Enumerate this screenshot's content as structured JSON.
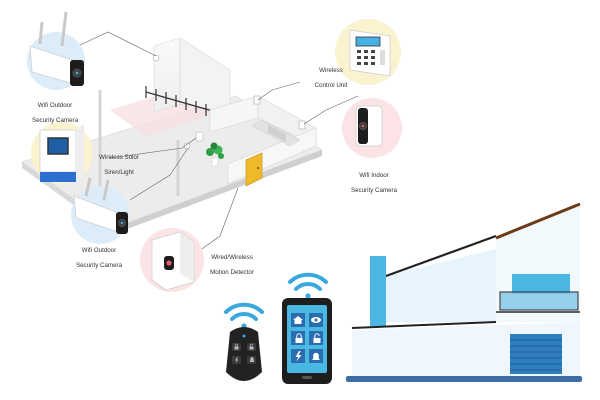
{
  "labels": {
    "outdoor_cam_top": [
      "Wifi Outdoor",
      "Security Camera"
    ],
    "solar_siren": [
      "Wireless Solor",
      "Siren/Light"
    ],
    "outdoor_cam_bottom": [
      "Wifi Outdoor",
      "Security Camera"
    ],
    "control_unit": [
      "Wireless",
      "Control Unit"
    ],
    "indoor_cam": [
      "Wifi Indoor",
      "Security Camera"
    ],
    "motion_detector": [
      "Wired/Wireless",
      "Motion Detector"
    ]
  },
  "icons": {
    "phone_app": [
      "home-icon",
      "eye-icon",
      "lock-icon",
      "unlock-icon",
      "bolt-icon",
      "bell-icon"
    ],
    "remote": [
      "lock-icon",
      "unlock-icon",
      "bolt-icon",
      "bell-icon"
    ]
  },
  "colors": {
    "accent_blue": "#3aa8dd",
    "halo_blue": "#dcecf8",
    "halo_yellow": "#fbf3cf",
    "halo_pink": "#fbe3e6",
    "house_light": "#e8f4fb",
    "house_sky": "#4ab8e3",
    "garage": "#2f7fbf",
    "ground": "#3d6ea6",
    "roof": "#6b3a16",
    "door": "#f0b92a"
  }
}
